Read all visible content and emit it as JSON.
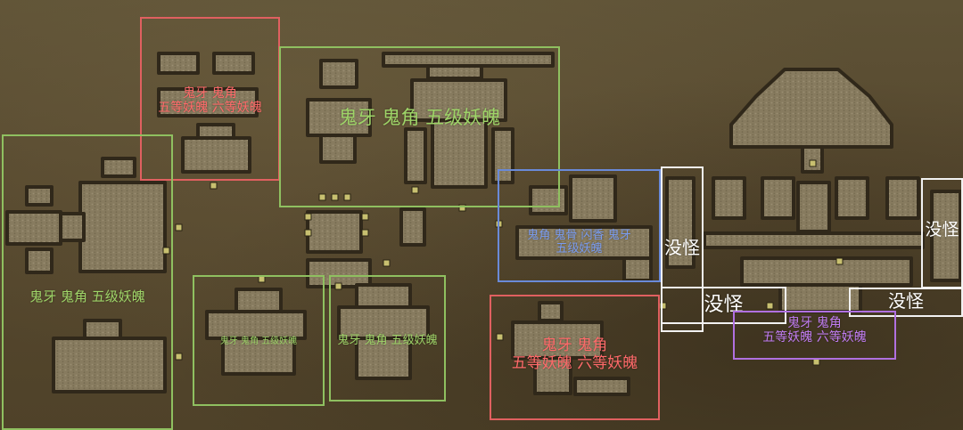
{
  "colors": {
    "green": "#9ed468",
    "red": "#ff6a6a",
    "blue": "#7a9cf0",
    "white": "#ffffff",
    "purple": "#c07cf2",
    "floor": "#867a5e",
    "wall": "#3a3020"
  },
  "icons": [
    "waypoint-marker-icon"
  ],
  "zones": [
    {
      "id": "z1",
      "color": "red",
      "lines": [
        "鬼牙 鬼角",
        "五等妖魄 六等妖魄"
      ]
    },
    {
      "id": "z2",
      "color": "green",
      "lines": [
        "鬼牙 鬼角 五级妖魄"
      ]
    },
    {
      "id": "z3",
      "color": "green",
      "lines": [
        "鬼牙 鬼角 五级妖魄"
      ]
    },
    {
      "id": "z4",
      "color": "green",
      "lines": [
        "鬼牙 鬼角 五级妖魄"
      ]
    },
    {
      "id": "z5",
      "color": "green",
      "lines": [
        "鬼牙 鬼角 五级妖魄"
      ]
    },
    {
      "id": "z6",
      "color": "blue",
      "lines": [
        "鬼角 鬼骨 闪香 鬼牙",
        "五级妖魄"
      ]
    },
    {
      "id": "z7",
      "color": "red",
      "lines": [
        "鬼牙 鬼角",
        "五等妖魄 六等妖魄"
      ]
    },
    {
      "id": "z8",
      "color": "white",
      "lines": [
        "没怪"
      ]
    },
    {
      "id": "z9",
      "color": "white",
      "lines": [
        "没怪"
      ]
    },
    {
      "id": "z10",
      "color": "white",
      "lines": [
        "没怪"
      ]
    },
    {
      "id": "z11",
      "color": "white",
      "lines": [
        "没怪"
      ]
    },
    {
      "id": "z12",
      "color": "purple",
      "lines": [
        "鬼牙 鬼角",
        "五等妖魄 六等妖魄"
      ]
    }
  ]
}
